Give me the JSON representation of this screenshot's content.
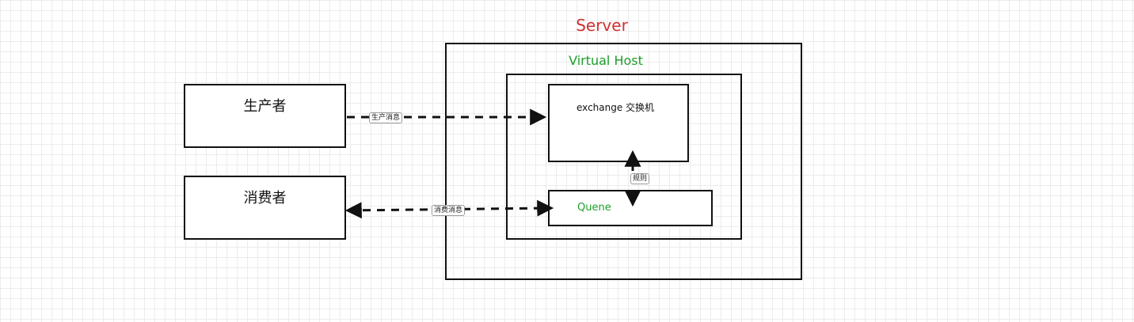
{
  "diagram": {
    "server": {
      "title": "Server",
      "color": "#d32f2f"
    },
    "virtual_host": {
      "title": "Virtual Host",
      "color": "#1e9e2a"
    },
    "nodes": {
      "producer": {
        "label": "生产者"
      },
      "consumer": {
        "label": "消费者"
      },
      "exchange": {
        "label": "exchange 交换机"
      },
      "queue": {
        "label": "Quene",
        "color": "#1e9e2a"
      }
    },
    "edges": {
      "produce": {
        "label": "生产消息"
      },
      "consume": {
        "label": "消费消息"
      },
      "rule": {
        "label": "规则"
      }
    }
  }
}
